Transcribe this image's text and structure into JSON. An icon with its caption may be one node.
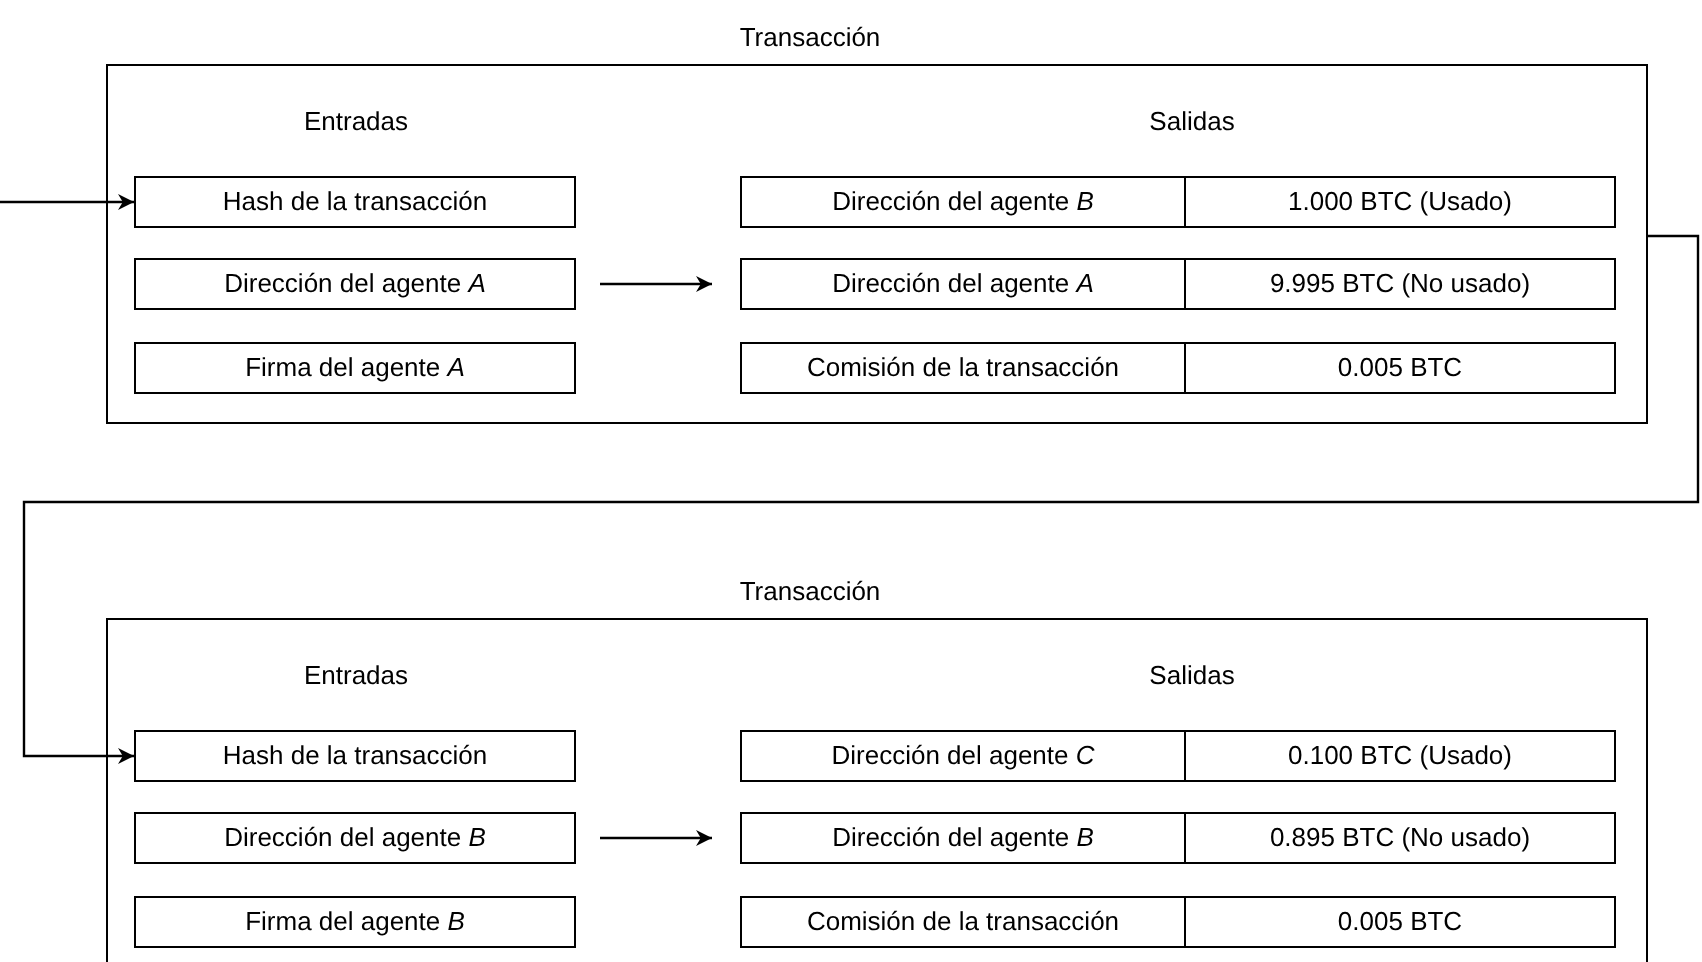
{
  "diagram": {
    "nodes": [
      {
        "text": [
          "Transacción",
          "Entradas",
          "Salidas"
        ]
      },
      {
        "text": [
          "Hash de la transacción"
        ],
        "in": 0
      },
      {
        "text": [
          "Dirección del agente *A*"
        ],
        "in": 0
      },
      {
        "text": [
          "Firma del agente *A*"
        ],
        "in": 0
      },
      {
        "text": [
          "Dirección del agente *B*"
        ],
        "in": 0
      },
      {
        "text": [
          "1.000 BTC (Usado)"
        ],
        "in": 0
      },
      {
        "text": [
          "Dirección del agente *A*"
        ],
        "in": 0
      },
      {
        "text": [
          "9.995 BTC (No usado)"
        ],
        "in": 0
      },
      {
        "text": [
          "Comisión de la transacción"
        ],
        "in": 0
      },
      {
        "text": [
          "0.005 BTC"
        ],
        "in": 0
      },
      {
        "text": [
          "Transacción",
          "Entradas",
          "Salidas"
        ]
      },
      {
        "text": [
          "Hash de la transacción"
        ],
        "in": 10
      },
      {
        "text": [
          "Dirección del agente *B*"
        ],
        "in": 10
      },
      {
        "text": [
          "Firma del agente *B*"
        ],
        "in": 10
      },
      {
        "text": [
          "Dirección del agente *C*"
        ],
        "in": 10
      },
      {
        "text": [
          "0.100 BTC (Usado)"
        ],
        "in": 10
      },
      {
        "text": [
          "Dirección del agente *B*"
        ],
        "in": 10
      },
      {
        "text": [
          "0.895 BTC (No usado)"
        ],
        "in": 10
      },
      {
        "text": [
          "Comisión de la transacción"
        ],
        "in": 10
      },
      {
        "text": [
          "0.005 BTC"
        ],
        "in": 10
      }
    ],
    "edges": [
      {
        "from": null,
        "to": 1,
        "arrow": "to"
      },
      {
        "from": 2,
        "to": 6,
        "arrow": "to"
      },
      {
        "from": 0,
        "to": 11,
        "arrow": "to"
      },
      {
        "from": 12,
        "to": 16,
        "arrow": "to"
      }
    ]
  }
}
